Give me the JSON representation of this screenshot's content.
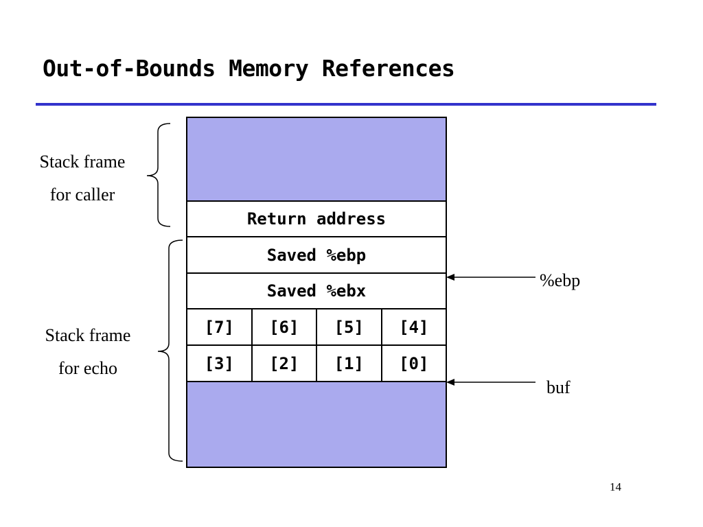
{
  "title": "Out-of-Bounds Memory References",
  "stack": {
    "return_address": "Return address",
    "saved_ebp": "Saved %ebp",
    "saved_ebx": "Saved %ebx",
    "row_upper": [
      "[7]",
      "[6]",
      "[5]",
      "[4]"
    ],
    "row_lower": [
      "[3]",
      "[2]",
      "[1]",
      "[0]"
    ]
  },
  "labels": {
    "caller_line1": "Stack frame",
    "caller_line2": "for caller",
    "echo_line1": "Stack frame",
    "echo_line2": "for echo",
    "ebp_pointer": "%ebp",
    "buf_pointer": "buf"
  },
  "page_number": "14",
  "colors": {
    "accent_rule": "#3333cc",
    "frame_fill": "#aaaaee"
  }
}
